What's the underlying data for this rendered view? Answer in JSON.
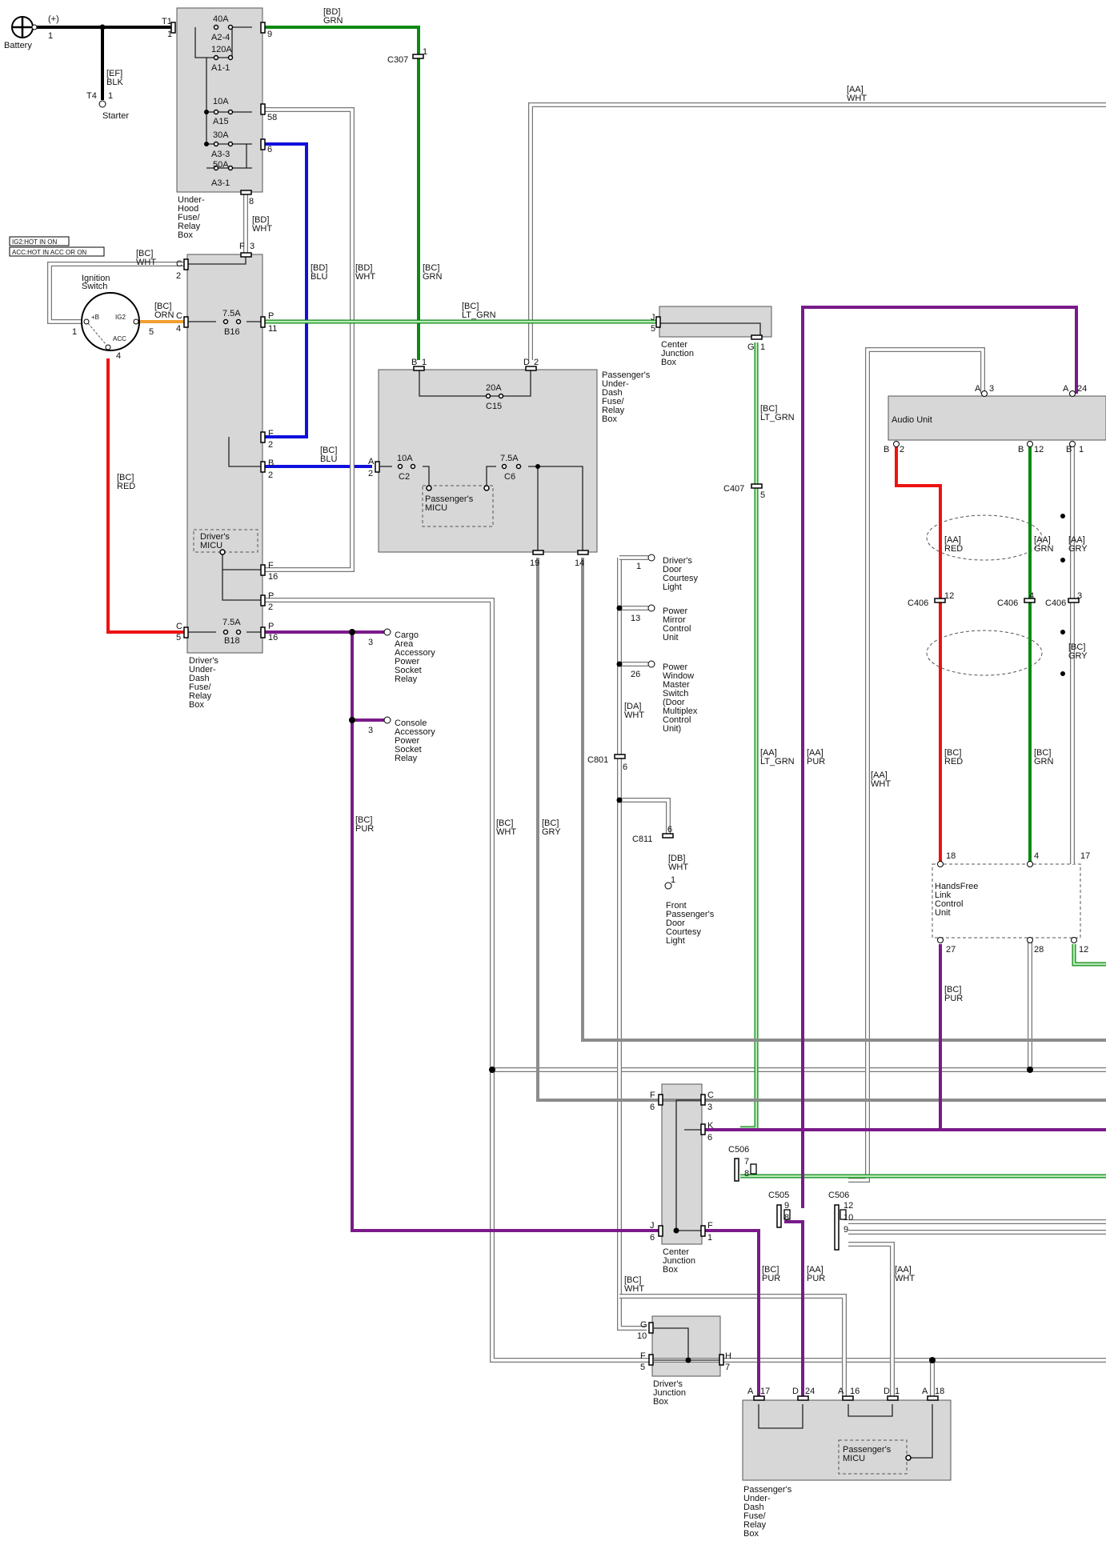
{
  "colors": {
    "BLK": "#000000",
    "GRN": "#0a8a12",
    "BLU": "#1010dd",
    "RED": "#ee1111",
    "PUR": "#7a1a8a",
    "GRY": "#8c8c8c",
    "ORN": "#f0a030",
    "LTGRN": "#8fd08f",
    "WHT": "#ffffff"
  },
  "legend": {
    "ig2": "IG2:HOT IN ON",
    "acc": "ACC:HOT IN ACC OR ON"
  },
  "battery": {
    "label": "Battery",
    "polarity": "(+)",
    "pin": "1"
  },
  "starter": {
    "label": "Starter",
    "terminal": "T4",
    "pin": "1",
    "wire_code": "[EF]",
    "wire_color": "BLK"
  },
  "underhood_box": {
    "label_lines": [
      "Under-",
      "Hood",
      "Fuse/",
      "Relay",
      "Box"
    ],
    "terminals": {
      "t1": "T1",
      "t1_pin": "1",
      "out9": "9",
      "out58": "58",
      "out6": "6",
      "out8": "8"
    },
    "fuses": [
      {
        "rating": "40A",
        "id": "A2-4"
      },
      {
        "rating": "120A",
        "id": "A1-1"
      },
      {
        "rating": "10A",
        "id": "A15"
      },
      {
        "rating": "30A",
        "id": "A3-3"
      },
      {
        "rating": "50A",
        "id": "A3-1"
      }
    ]
  },
  "ignition_switch": {
    "label_lines": [
      "Ignition",
      "Switch"
    ],
    "terminals": {
      "b": "+B",
      "ig2": "IG2",
      "acc": "ACC"
    },
    "pins": {
      "p1": "1",
      "p5": "5",
      "p4": "4"
    }
  },
  "drivers_box": {
    "label_lines": [
      "Driver's",
      "Under-",
      "Dash",
      "Fuse/",
      "Relay",
      "Box"
    ],
    "micu_lines": [
      "Driver's",
      "MICU"
    ],
    "fuses": [
      {
        "rating": "7.5A",
        "id": "B16"
      },
      {
        "rating": "7.5A",
        "id": "B18"
      }
    ],
    "connectors": {
      "f": "F",
      "f3": "3",
      "c": "C",
      "c2": "2",
      "c4": "4",
      "c5": "5",
      "p": "P",
      "p11": "11",
      "p2": "2",
      "p16": "16",
      "fr": "F",
      "fr2": "2",
      "b": "B",
      "b2": "2",
      "f16": "16"
    }
  },
  "pass_box_1": {
    "label_lines": [
      "Passenger's",
      "Under-",
      "Dash",
      "Fuse/",
      "Relay",
      "Box"
    ],
    "micu_lines": [
      "Passenger's",
      "MICU"
    ],
    "fuses": [
      {
        "rating": "20A",
        "id": "C15"
      },
      {
        "rating": "10A",
        "id": "C2"
      },
      {
        "rating": "7.5A",
        "id": "C6"
      }
    ],
    "pins": {
      "b": "B",
      "b1": "1",
      "d": "D",
      "d2": "2",
      "a": "A",
      "a2": "2",
      "a19": "19",
      "d14": "14"
    }
  },
  "center_junction_1": {
    "label_lines": [
      "Center",
      "Junction",
      "Box"
    ],
    "pins": {
      "j": "J",
      "j5": "5",
      "g": "G",
      "g1": "1"
    }
  },
  "audio_unit": {
    "label": "Audio Unit",
    "pins": {
      "a": "A",
      "a3": "3",
      "a24": "24",
      "b": "B",
      "b2": "2",
      "b12": "12",
      "b1": "1"
    }
  },
  "handsfree": {
    "label_lines": [
      "HandsFree",
      "Link",
      "Control",
      "Unit"
    ],
    "pins": {
      "p18": "18",
      "p4": "4",
      "p17": "17",
      "p27": "27",
      "p28": "28",
      "p12": "12"
    }
  },
  "loads": {
    "cargo": {
      "pin": "3",
      "lines": [
        "Cargo",
        "Area",
        "Accessory",
        "Power",
        "Socket",
        "Relay"
      ]
    },
    "console": {
      "pin": "3",
      "lines": [
        "Console",
        "Accessory",
        "Power",
        "Socket",
        "Relay"
      ]
    },
    "door_light": {
      "pin": "1",
      "lines": [
        "Driver's",
        "Door",
        "Courtesy",
        "Light"
      ]
    },
    "mirror": {
      "pin": "13",
      "lines": [
        "Power",
        "Mirror",
        "Control",
        "Unit"
      ]
    },
    "window": {
      "pin": "26",
      "lines": [
        "Power",
        "Window",
        "Master",
        "Switch",
        "(Door",
        "Multiplex",
        "Control",
        "Unit)"
      ]
    },
    "front_light": {
      "pin": "1",
      "lines": [
        "Front",
        "Passenger's",
        "Door",
        "Courtesy",
        "Light"
      ]
    }
  },
  "connectors_inline": {
    "c307": "C307",
    "c307_pin": "1",
    "c407": "C407",
    "c407_pin": "5",
    "c406a": "C406",
    "c406a_pin": "12",
    "c406b": "C406",
    "c406b_pin": "4",
    "c406c": "C406",
    "c406c_pin": "3",
    "c801": "C801",
    "c801_pin": "6",
    "c811": "C811",
    "c811_pin": "6",
    "c506a": "C506",
    "c506a_7": "7",
    "c506a_8": "8",
    "c505": "C505",
    "c505_9": "9",
    "c505_8": "8",
    "c506b": "C506",
    "c506b_12": "12",
    "c506b_10": "10",
    "c506b_9": "9"
  },
  "center_junction_2": {
    "label_lines": [
      "Center",
      "Junction",
      "Box"
    ],
    "pins": {
      "f": "F",
      "f6": "6",
      "c": "C",
      "c3": "3",
      "k": "K",
      "k6": "6",
      "j": "J",
      "j6": "6",
      "fr": "F",
      "fr1": "1"
    }
  },
  "drivers_junction": {
    "label_lines": [
      "Driver's",
      "Junction",
      "Box"
    ],
    "pins": {
      "g": "G",
      "g10": "10",
      "f": "F",
      "f5": "5",
      "h": "H",
      "h7": "7"
    }
  },
  "pass_box_2": {
    "label_lines": [
      "Passenger's",
      "Under-",
      "Dash",
      "Fuse/",
      "Relay",
      "Box"
    ],
    "micu_lines": [
      "Passenger's",
      "MICU"
    ],
    "pins": {
      "a": "A",
      "a17": "17",
      "d": "D",
      "d24": "24",
      "a16l": "A",
      "a16": "16",
      "d1l": "D",
      "d1": "1",
      "a18l": "A",
      "a18": "18"
    }
  },
  "wire_labels": {
    "bd_grn": [
      "[BD]",
      "GRN"
    ],
    "ef_blk": [
      "[EF]",
      "BLK"
    ],
    "aa_wht_top": [
      "[AA]",
      "WHT"
    ],
    "bd_wht": [
      "[BD]",
      "WHT"
    ],
    "bc_wht": [
      "[BC]",
      "WHT"
    ],
    "bd_blu": [
      "[BD]",
      "BLU"
    ],
    "bd_wht2": [
      "[BD]",
      "WHT"
    ],
    "bc_grn": [
      "[BC]",
      "GRN"
    ],
    "bc_orn": [
      "[BC]",
      "ORN"
    ],
    "bc_ltgrn": [
      "[BC]",
      "LT_GRN"
    ],
    "bc_red": [
      "[BC]",
      "RED"
    ],
    "bc_blu": [
      "[BC]",
      "BLU"
    ],
    "bc_ltgrn2": [
      "[BC]",
      "LT_GRN"
    ],
    "aa_red": [
      "[AA]",
      "RED"
    ],
    "aa_grn": [
      "[AA]",
      "GRN"
    ],
    "aa_gry": [
      "[AA]",
      "GRY"
    ],
    "bc_gry": [
      "[BC]",
      "GRY"
    ],
    "bc_red2": [
      "[BC]",
      "RED"
    ],
    "bc_grn2": [
      "[BC]",
      "GRN"
    ],
    "da_wht": [
      "[DA]",
      "WHT"
    ],
    "aa_ltgrn": [
      "[AA]",
      "LT_GRN"
    ],
    "aa_pur": [
      "[AA]",
      "PUR"
    ],
    "aa_wht_mid": [
      "[AA]",
      "WHT"
    ],
    "bc_pur": [
      "[BC]",
      "PUR"
    ],
    "bc_wht2": [
      "[BC]",
      "WHT"
    ],
    "bc_gry2": [
      "[BC]",
      "GRY"
    ],
    "db_wht": [
      "[DB]",
      "WHT"
    ],
    "bc_pur2": [
      "[BC]",
      "PUR"
    ],
    "bc_pur3": [
      "[BC]",
      "PUR"
    ],
    "aa_pur2": [
      "[AA]",
      "PUR"
    ],
    "aa_wht2": [
      "[AA]",
      "WHT"
    ],
    "bc_wht3": [
      "[BC]",
      "WHT"
    ]
  }
}
